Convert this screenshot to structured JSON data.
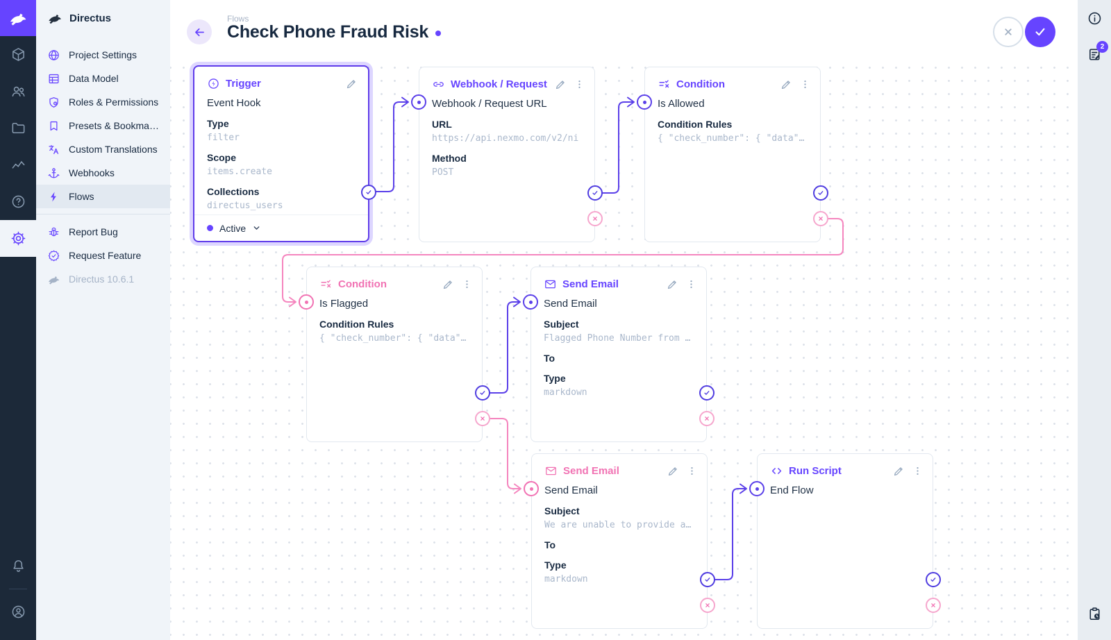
{
  "colors": {
    "brand": "#6644FF",
    "wire_purple": "#5a3fe9",
    "wire_pink": "#f585be",
    "pink_accent": "#f172b3",
    "text": "#172940"
  },
  "nav": {
    "title": "Directus",
    "items": [
      {
        "label": "Project Settings",
        "icon": "globe-icon"
      },
      {
        "label": "Data Model",
        "icon": "table-icon"
      },
      {
        "label": "Roles & Permissions",
        "icon": "shield-icon"
      },
      {
        "label": "Presets & Bookmar...",
        "icon": "bookmark-icon"
      },
      {
        "label": "Custom Translations",
        "icon": "translate-icon"
      },
      {
        "label": "Webhooks",
        "icon": "anchor-icon"
      },
      {
        "label": "Flows",
        "icon": "bolt-icon"
      }
    ],
    "footer_items": [
      {
        "label": "Report Bug",
        "icon": "bug-icon"
      },
      {
        "label": "Request Feature",
        "icon": "badge-check-icon"
      },
      {
        "label": "Directus 10.6.1",
        "icon": "rabbit-icon"
      }
    ]
  },
  "header": {
    "breadcrumb": "Flows",
    "title": "Check Phone Fraud Risk"
  },
  "right_rail": {
    "notifications_badge": "2"
  },
  "flow": {
    "trigger": {
      "title": "Trigger",
      "name": "Event Hook",
      "status": "Active",
      "fields": [
        {
          "label": "Type",
          "value": "filter"
        },
        {
          "label": "Scope",
          "value": "items.create"
        },
        {
          "label": "Collections",
          "value": "directus_users"
        }
      ]
    },
    "webhook": {
      "title": "Webhook / Request URL",
      "name": "Webhook / Request URL",
      "fields": [
        {
          "label": "URL",
          "value": "https://api.nexmo.com/v2/ni"
        },
        {
          "label": "Method",
          "value": "POST"
        }
      ]
    },
    "condition_allowed": {
      "title": "Condition",
      "name": "Is Allowed",
      "fields": [
        {
          "label": "Condition Rules",
          "value": "{ \"check_number\": { \"data\"…"
        }
      ]
    },
    "condition_flagged": {
      "title": "Condition",
      "name": "Is Flagged",
      "fields": [
        {
          "label": "Condition Rules",
          "value": "{ \"check_number\": { \"data\"…"
        }
      ]
    },
    "email_flagged": {
      "title": "Send Email",
      "name": "Send Email",
      "fields": [
        {
          "label": "Subject",
          "value": "Flagged Phone Number from …"
        },
        {
          "label": "To",
          "value": ""
        },
        {
          "label": "Type",
          "value": "markdown"
        }
      ]
    },
    "email_unable": {
      "title": "Send Email",
      "name": "Send Email",
      "fields": [
        {
          "label": "Subject",
          "value": "We are unable to provide a…"
        },
        {
          "label": "To",
          "value": ""
        },
        {
          "label": "Type",
          "value": "markdown"
        }
      ]
    },
    "run_script": {
      "title": "Run Script",
      "name": "End Flow",
      "fields": []
    }
  }
}
